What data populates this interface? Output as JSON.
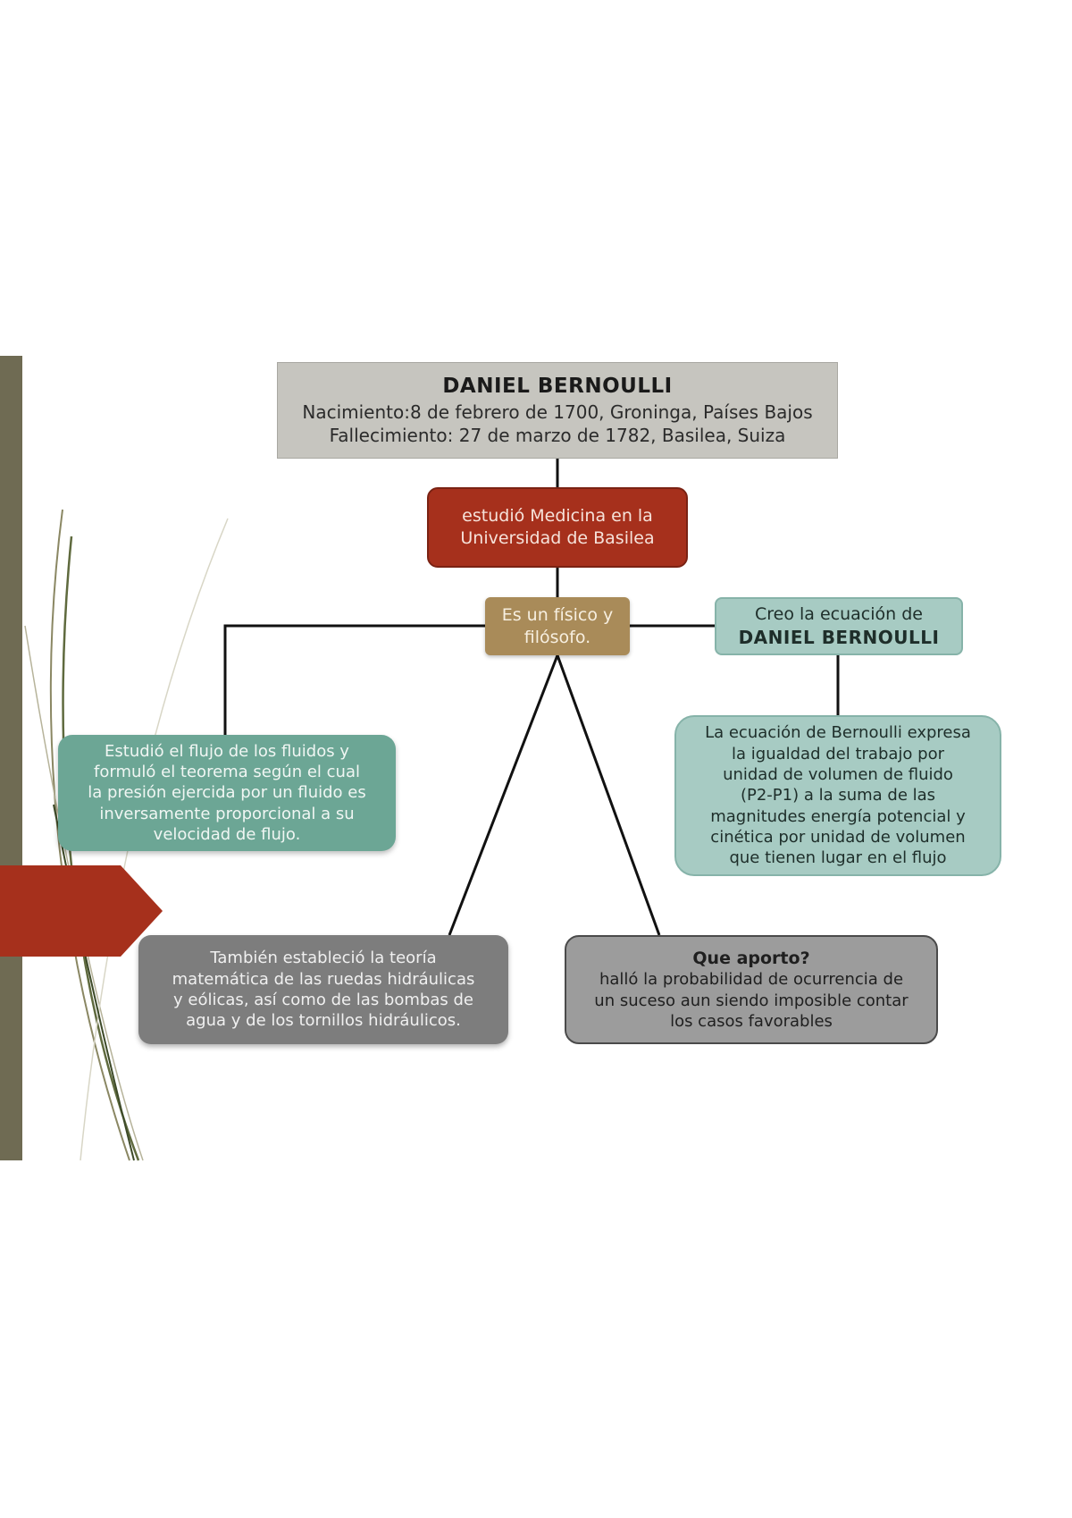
{
  "nodes": {
    "root": {
      "title": "DANIEL BERNOULLI",
      "line1": "Nacimiento:8 de febrero de 1700, Groninga, Países Bajos",
      "line2": "Fallecimiento: 27 de marzo de 1782, Basilea, Suiza"
    },
    "medicine": {
      "line1": "estudió Medicina en la",
      "line2": "Universidad de Basilea"
    },
    "physicist": {
      "line1": "Es un físico y",
      "line2": "filósofo."
    },
    "equation": {
      "line1": "Creo la ecuación de",
      "line2": "DANIEL BERNOULLI"
    },
    "flow": {
      "lines": [
        "Estudió el flujo de los fluidos y",
        "formuló el teorema según el cual",
        "la presión ejercida por un fluido es",
        "inversamente proporcional a su",
        "velocidad de flujo."
      ]
    },
    "bernoulli_eq": {
      "lines": [
        "La ecuación de Bernoulli expresa",
        "la igualdad del trabajo por",
        "unidad de volumen de fluido",
        "(P2-P1) a la suma de las",
        "magnitudes energía potencial y",
        "cinética por unidad de volumen",
        "que tienen lugar en el flujo"
      ]
    },
    "theory": {
      "lines": [
        "También estableció la teoría",
        "matemática de las ruedas hidráulicas",
        "y eólicas, así como de las bombas de",
        "agua y de los tornillos hidráulicos."
      ]
    },
    "contribution": {
      "question": "Que aporto?",
      "lines": [
        "halló la probabilidad de ocurrencia de",
        "un suceso aun siendo imposible contar",
        "los casos favorables"
      ]
    }
  },
  "colors": {
    "slide_bar": "#6f6b53",
    "arrow": "#a6301c",
    "root_fill": "#c6c5bf",
    "medicine_fill": "#a6301c",
    "physicist_fill": "#a98b59",
    "equation_fill": "#a7cbc3",
    "flow_fill": "#6ca695",
    "theory_fill": "#7d7d7d",
    "contribution_fill": "#9c9c9c",
    "connector": "#111111"
  }
}
